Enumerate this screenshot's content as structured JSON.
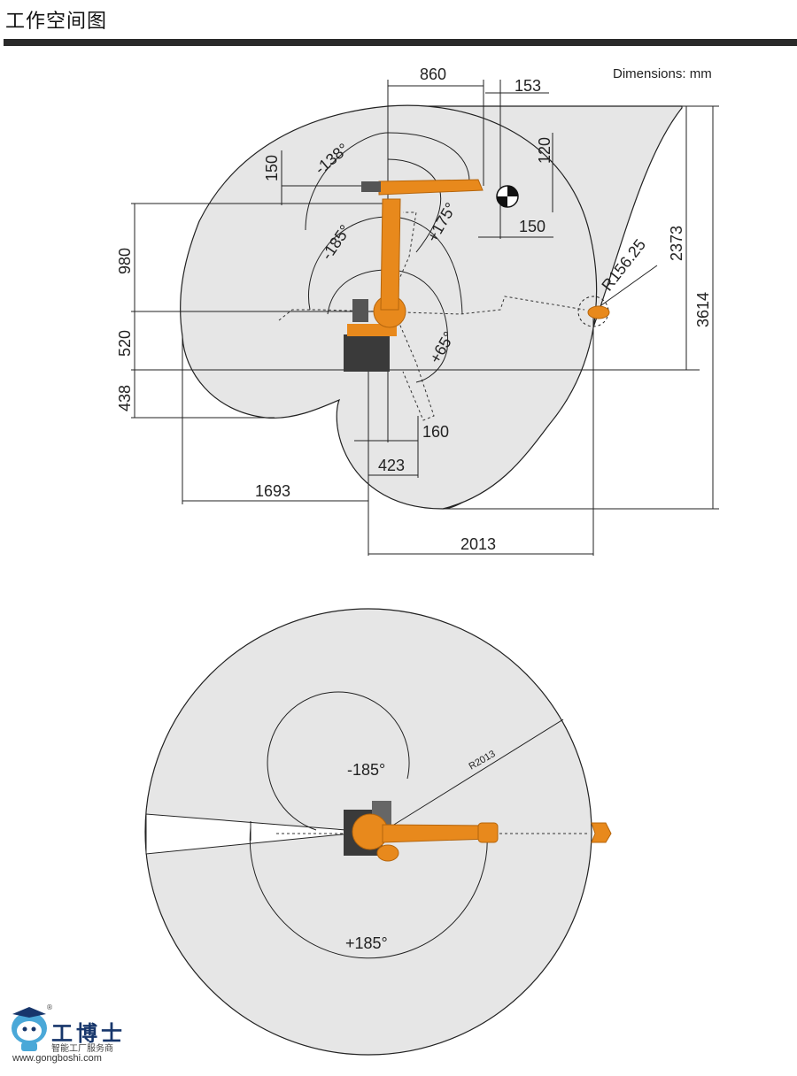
{
  "header": {
    "title": "工作空间图"
  },
  "units_label": "Dimensions: mm",
  "side_view": {
    "dimensions": {
      "d860": "860",
      "d153": "153",
      "d120": "120",
      "d150_top": "150",
      "d150_right": "150",
      "d980": "980",
      "d520": "520",
      "d438": "438",
      "d2373": "2373",
      "d3614": "3614",
      "d160": "160",
      "d423": "423",
      "d1693": "1693",
      "d2013": "2013",
      "radius": "R156.25"
    },
    "angles": {
      "a_neg138": "-138°",
      "a_pos175": "+175°",
      "a_neg185": "-185°",
      "a_pos65": "+65°"
    }
  },
  "top_view": {
    "radius": "R2013",
    "angle_neg": "-185°",
    "angle_pos": "+185°"
  },
  "logo": {
    "name": "工博士",
    "subtitle": "智能工厂服务商",
    "url": "www.gongboshi.com",
    "mark": "®"
  },
  "colors": {
    "workspace_fill": "#e6e6e6",
    "robot_orange": "#e8891c",
    "robot_dark": "#3a3a3a",
    "line": "#222222"
  }
}
